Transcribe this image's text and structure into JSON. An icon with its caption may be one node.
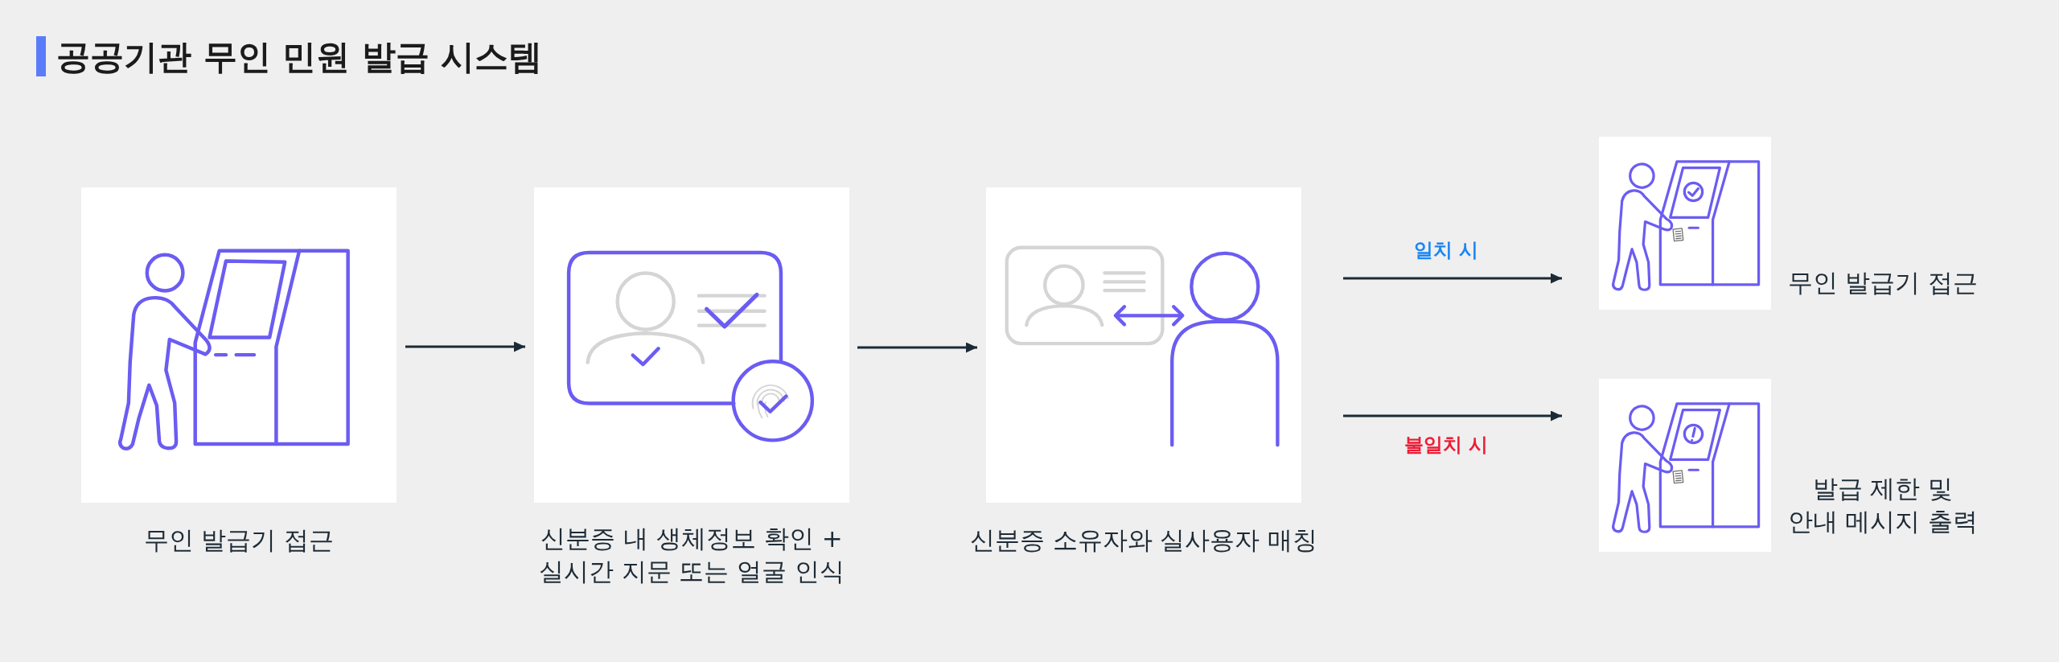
{
  "diagram": {
    "title": "공공기관 무인 민원 발급 시스템",
    "nodes": [
      {
        "text": [
          "무인 발급기 접근"
        ]
      },
      {
        "text": [
          "신분증 내 생체정보 확인 + 실시간 지문 또는 얼굴 인식"
        ]
      },
      {
        "text": [
          "신분증 소유자와 실사용자 매칭"
        ]
      },
      {
        "text": [
          "무인 발급기 접근"
        ]
      },
      {
        "text": [
          "발급 제한 및 안내 메시지 출력"
        ]
      }
    ],
    "edges": [
      {
        "from": 0,
        "to": 1,
        "arrow": "to"
      },
      {
        "from": 1,
        "to": 2,
        "arrow": "to"
      },
      {
        "from": 2,
        "to": 3,
        "arrow": "to",
        "label": "일치 시"
      },
      {
        "from": 2,
        "to": 4,
        "arrow": "to",
        "label": "불일치 시"
      }
    ]
  }
}
